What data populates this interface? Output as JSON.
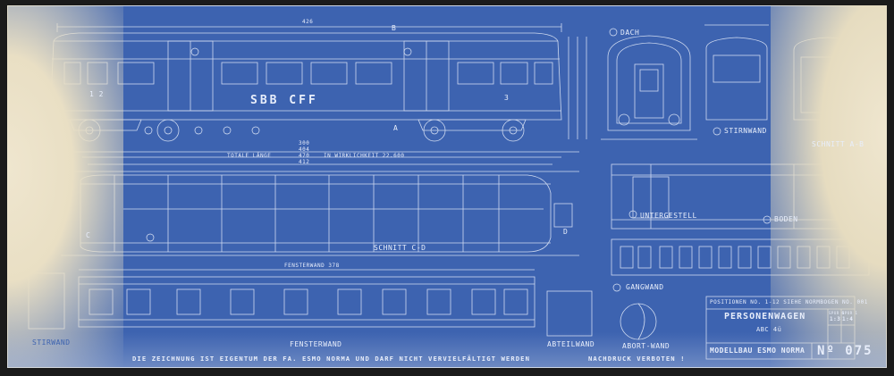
{
  "drawing": {
    "railway_mark": "SBB  CFF",
    "dims": {
      "top_length": "426",
      "mid_length_1": "300",
      "mid_length_2": "404",
      "mid_length_3": "412",
      "total_length_label": "TOTALE LÄNGE",
      "total_length_value": "470",
      "reality_label": "IN WIRKLICHKEIT 22.600",
      "fensterwand_length": "FENSTERWAND 378"
    },
    "labels": {
      "dach": "DACH",
      "stirnwand": "STIRNWAND",
      "schnitt_ab": "SCHNITT A-B",
      "schnitt_cd": "SCHNITT C-D",
      "untergestell": "UNTERGESTELL",
      "boden": "BODEN",
      "gangwand": "GANGWAND",
      "fensterwand": "FENSTERWAND",
      "abteilwand": "ABTEILWAND",
      "abortwand": "ABORT-WAND",
      "stirwand_left": "STIRWAND",
      "marker_b": "B",
      "marker_a": "A",
      "marker_c": "C",
      "marker_d": "D"
    },
    "class_marks": [
      "1 2",
      "3"
    ]
  },
  "title_block": {
    "positions": "POSITIONEN  NO. 1-12  SIEHE  NORMBOGEN  NO. 001",
    "name": "PERSONENWAGEN",
    "subtype": "ABC 4ü",
    "spur0_label": "SPUR 0",
    "spur0_value": "1:3",
    "spur1_label": "SPUR 1",
    "spur1_value": "1:4",
    "model": "MODELLBAU  ESMO  NORMA",
    "number": "Nº 075"
  },
  "footer": {
    "ownership": "DIE ZEICHNUNG IST EIGENTUM DER FA. ESMO NORMA   UND DARF NICHT VERVIELFÄLTIGT WERDEN",
    "reprint": "NACHDRUCK VERBOTEN !"
  }
}
